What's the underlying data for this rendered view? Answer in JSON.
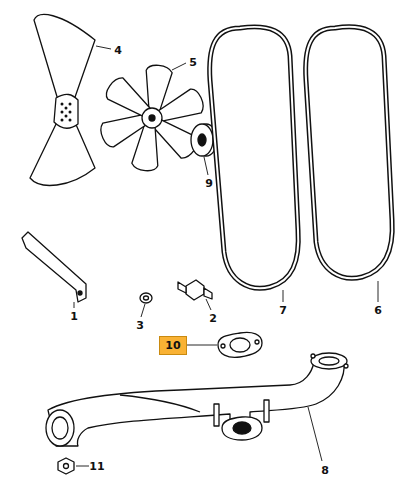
{
  "diagram": {
    "nodes": [
      {
        "text": [
          "10"
        ]
      }
    ],
    "labels": [
      "4",
      "5",
      "9",
      "7",
      "6",
      "1",
      "3",
      "2",
      "8",
      "11"
    ]
  }
}
